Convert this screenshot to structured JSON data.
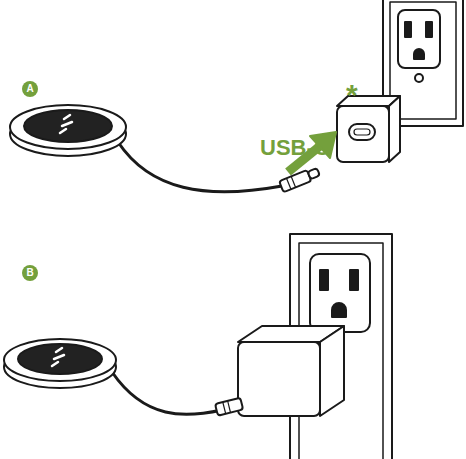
{
  "diagram": {
    "nodes": [
      {
        "text": [
          "A"
        ]
      },
      {
        "text": [
          "B"
        ]
      }
    ],
    "labels": [
      "USB-C",
      "*"
    ]
  }
}
